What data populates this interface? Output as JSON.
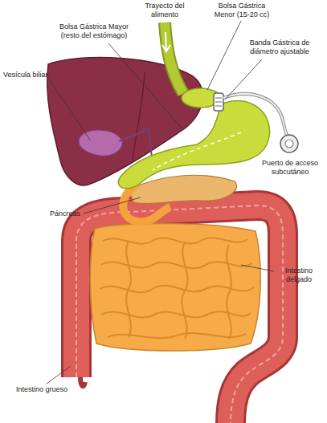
{
  "diagram": {
    "labels": [
      "Trayecto del alimento",
      "Bolsa Gástrica Menor (15-20 cc)",
      "Bolsa Gástrica Mayor (resto del estómago)",
      "Banda Gástrica de diámetro ajustable",
      "Vesícula biliar",
      "Puerto de acceso subcutáneo",
      "Páncreas",
      "Intestino delgado",
      "Intestino grueso"
    ]
  }
}
